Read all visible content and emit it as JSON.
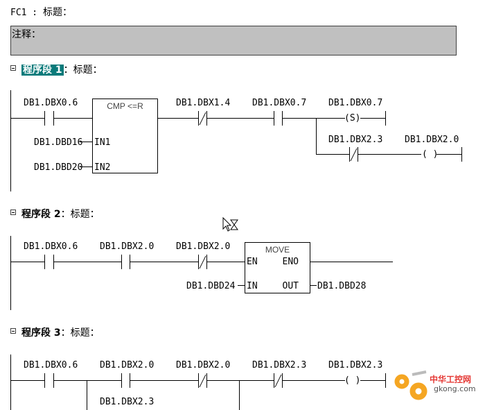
{
  "block": {
    "name": "FC1",
    "sep": " : ",
    "title_label": "标题："
  },
  "comment": {
    "label": "注释："
  },
  "networks": [
    {
      "label": "程序段",
      "number": "1",
      "title": "：标题：",
      "selected": true,
      "contacts": [
        "DB1.DBX1.4",
        "DB1.DBX0.7",
        "DB1.DBX0.7"
      ],
      "first_contact": "DB1.DBX0.6",
      "compare": {
        "title": "CMP <=R",
        "in1": "IN1",
        "in2": "IN2",
        "in1_op": "DB1.DBD16",
        "in2_op": "DB1.DBD20"
      },
      "coil_set": "S",
      "branch_contact": "DB1.DBX2.3",
      "branch_coil": "DB1.DBX2.0"
    },
    {
      "label": "程序段",
      "number": "2",
      "title": "：标题：",
      "contacts": [
        "DB1.DBX0.6",
        "DB1.DBX2.0",
        "DB1.DBX2.0"
      ],
      "move": {
        "title": "MOVE",
        "en": "EN",
        "eno": "ENO",
        "in": "IN",
        "out": "OUT",
        "in_op": "DB1.DBD24",
        "out_op": "DB1.DBD28"
      }
    },
    {
      "label": "程序段",
      "number": "3",
      "title": "：标题：",
      "contacts": [
        "DB1.DBX0.6",
        "DB1.DBX2.0",
        "DB1.DBX2.0",
        "DB1.DBX2.3",
        "DB1.DBX2.3"
      ],
      "branch_contact": "DB1.DBX2.3"
    }
  ],
  "watermark": {
    "text_cn": "中华工控网",
    "text_en": "gkong.com"
  }
}
